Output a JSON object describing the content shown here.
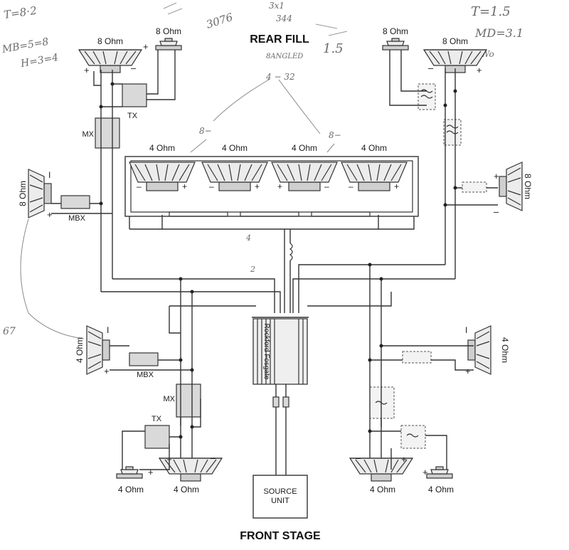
{
  "titles": {
    "rear": "REAR FILL",
    "front": "FRONT STAGE"
  },
  "rear": {
    "tweeter_left": "8 Ohm",
    "mid_left": "8 Ohm",
    "tweeter_right": "8 Ohm",
    "mid_right": "8 Ohm",
    "tx": "TX",
    "mx": "MX",
    "mbx": "MBX",
    "side_left": "8 Ohm",
    "side_right": "8 Ohm",
    "subs": [
      "4 Ohm",
      "4 Ohm",
      "4 Ohm",
      "4 Ohm"
    ]
  },
  "front": {
    "side_left": "4 Ohm",
    "side_right": "4 Ohm",
    "mbx": "MBX",
    "mx": "MX",
    "tx": "TX",
    "bottom_labels": [
      "4 Ohm",
      "4 Ohm",
      "4 Ohm",
      "4 Ohm"
    ]
  },
  "source_unit": {
    "line1": "SOURCE",
    "line2": "UNIT"
  },
  "amp_brand": "Rockford Fosgate",
  "polarity": {
    "plus": "+",
    "minus": "–",
    "bar": "I"
  },
  "handwritten": {
    "top_left_1": "T=8⋅2",
    "top_left_2": "MB=5=8",
    "top_left_3": "H=3=4",
    "center_1": "3076",
    "center_2": "3x1",
    "center_3": "344",
    "center_4": "8ANGLED",
    "center_5": "1.5",
    "center_6": "4 − 32",
    "center_7": "8−",
    "center_8": "8−",
    "top_right_1": "T=1.5",
    "top_right_2": "MD=3.1",
    "top_right_3": "Wo",
    "left_side": "67",
    "mid_1": "4",
    "mid_2": "2"
  }
}
